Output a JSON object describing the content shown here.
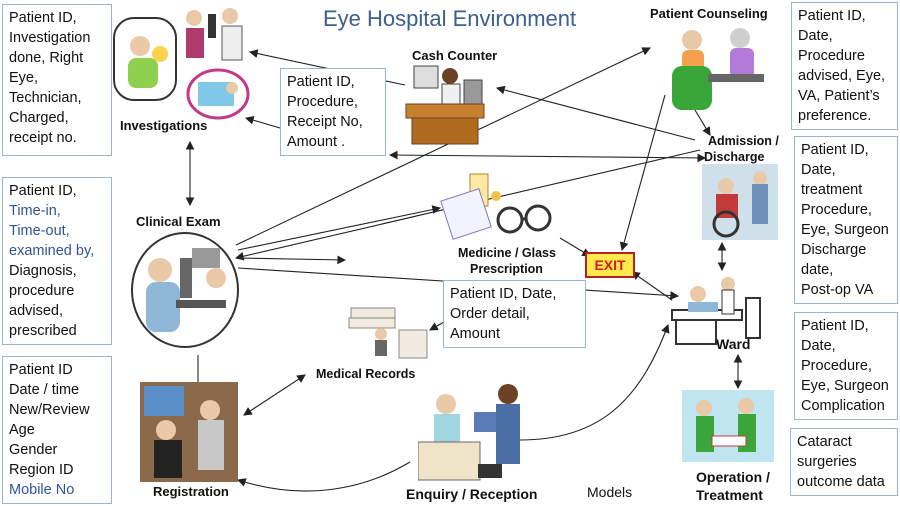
{
  "title": "Eye Hospital Environment",
  "nodes": {
    "investigations": "Investigations",
    "cash_counter": "Cash Counter",
    "patient_counseling": "Patient Counseling",
    "admission_discharge_1": "Admission /",
    "admission_discharge_2": "Discharge",
    "clinical_exam": "Clinical Exam",
    "medicine_1": "Medicine / Glass",
    "medicine_2": "Prescription",
    "exit": "EXIT",
    "ward": "Ward",
    "medical_records": "Medical Records",
    "registration": "Registration",
    "enquiry": "Enquiry / Reception",
    "operation_1": "Operation /",
    "operation_2": "Treatment"
  },
  "models_label": "Models",
  "boxes": {
    "investigations": "Patient ID,\nInvestigation\ndone, Right\nEye,\nTechnician,\nCharged,\nreceipt no.",
    "cash": "Patient ID,\nProcedure,\nReceipt No,\nAmount  .",
    "counseling": "Patient ID,\nDate,\nProcedure\nadvised, Eye,\nVA, Patient’s\npreference.",
    "clinical_a": "Patient ID,",
    "clinical_b": "Time-in,\nTime-out,\nexamined by,",
    "clinical_c": "Diagnosis,\nprocedure\nadvised,\nprescribed",
    "admission": "Patient ID,\nDate,\ntreatment\nProcedure,\nEye, Surgeon\nDischarge\ndate,\nPost-op VA",
    "order": "Patient ID, Date,\nOrder detail,\nAmount",
    "registration_a": "Patient ID\nDate / time\nNew/Review\nAge\nGender\nRegion ID",
    "registration_b": "Mobile No",
    "operation": "Patient ID,\nDate,\nProcedure,\nEye, Surgeon\nComplication",
    "cataract": "Cataract\nsurgeries\noutcome data"
  },
  "colors": {
    "title": "#3a5f8f",
    "blue_text": "#2f5597",
    "border": "#9bb6c8",
    "exit_bg": "#ffe94d",
    "exit_text": "#d41c1c"
  }
}
